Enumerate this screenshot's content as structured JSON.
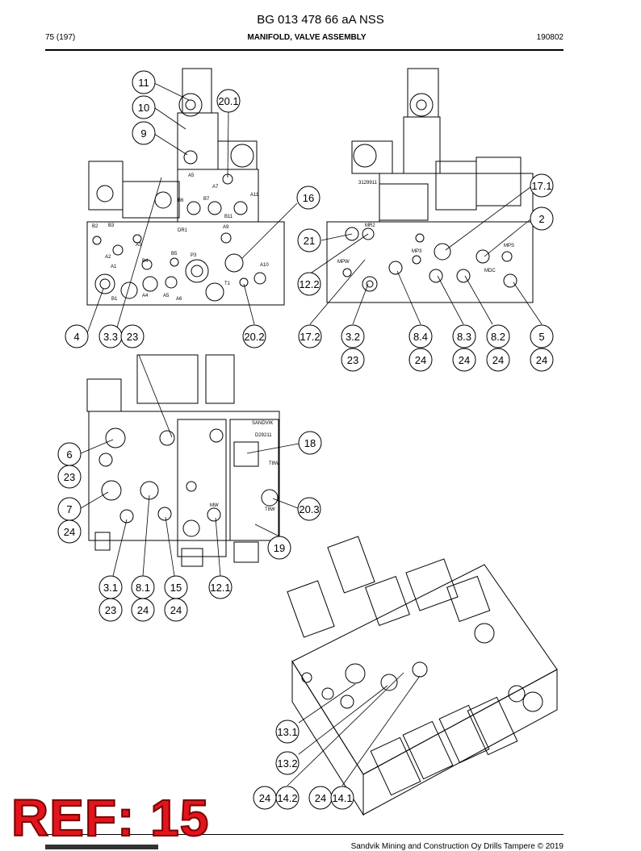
{
  "header": {
    "title": "BG 013 478 66 aA NSS",
    "page": "75 (197)",
    "name": "MANIFOLD, VALVE ASSEMBLY",
    "date": "190802"
  },
  "footer": {
    "copyright": "Sandvik Mining and Construction Oy Drills Tampere © 2019"
  },
  "ref_stamp": "REF: 15",
  "callouts": [
    "11",
    "10",
    "9",
    "20.1",
    "16",
    "21",
    "12.2",
    "4",
    "3.3",
    "23",
    "20.2",
    "17.2",
    "3.2",
    "23",
    "8.4",
    "24",
    "8.3",
    "24",
    "8.2",
    "24",
    "5",
    "24",
    "17.1",
    "2",
    "6",
    "23",
    "7",
    "24",
    "18",
    "20.3",
    "19",
    "3.1",
    "23",
    "8.1",
    "24",
    "15",
    "24",
    "12.1",
    "13.1",
    "13.2",
    "24",
    "14.2",
    "24",
    "14.1"
  ],
  "port_labels": [
    "A5",
    "A7",
    "B6",
    "B7",
    "A11",
    "B11",
    "A9",
    "B2",
    "B3",
    "DR1",
    "A3",
    "A2",
    "A1",
    "B4",
    "B5",
    "P3",
    "A10",
    "A4",
    "A5",
    "A6",
    "B1",
    "T1",
    "MR2",
    "MP3",
    "MPW",
    "MDC",
    "MPS",
    "3129911",
    "SANDVIK",
    "D29211",
    "T8W",
    "MW",
    "T8W"
  ],
  "colors": {
    "line": "#000000",
    "stamp": "#e2141c"
  }
}
